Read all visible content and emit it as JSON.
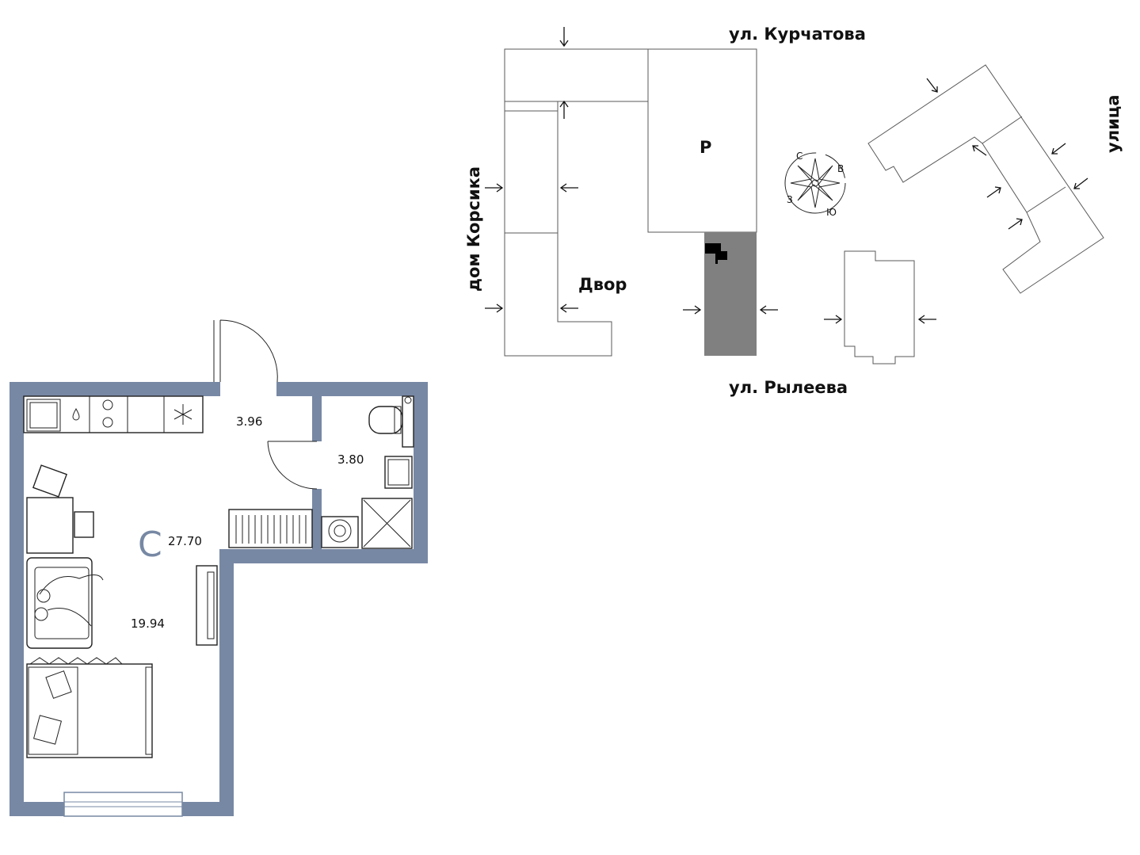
{
  "site": {
    "street_north": "ул. Курчатова",
    "street_south": "ул. Рылеева",
    "street_east": "улица",
    "building_west": "дом Корсика",
    "courtyard": "Двор",
    "parking": "P",
    "compass": {
      "north": "С",
      "east": "В",
      "south": "Ю",
      "west": "З"
    }
  },
  "flat": {
    "symbol": "С",
    "total_area": "27.70",
    "rooms": [
      {
        "name": "hallway",
        "area": "3.96"
      },
      {
        "name": "bathroom",
        "area": "3.80"
      },
      {
        "name": "living-room",
        "area": "19.94"
      }
    ]
  },
  "colors": {
    "wall": "#7788a4",
    "highlight_building": "#808080",
    "outline": "#5a5a5a"
  }
}
